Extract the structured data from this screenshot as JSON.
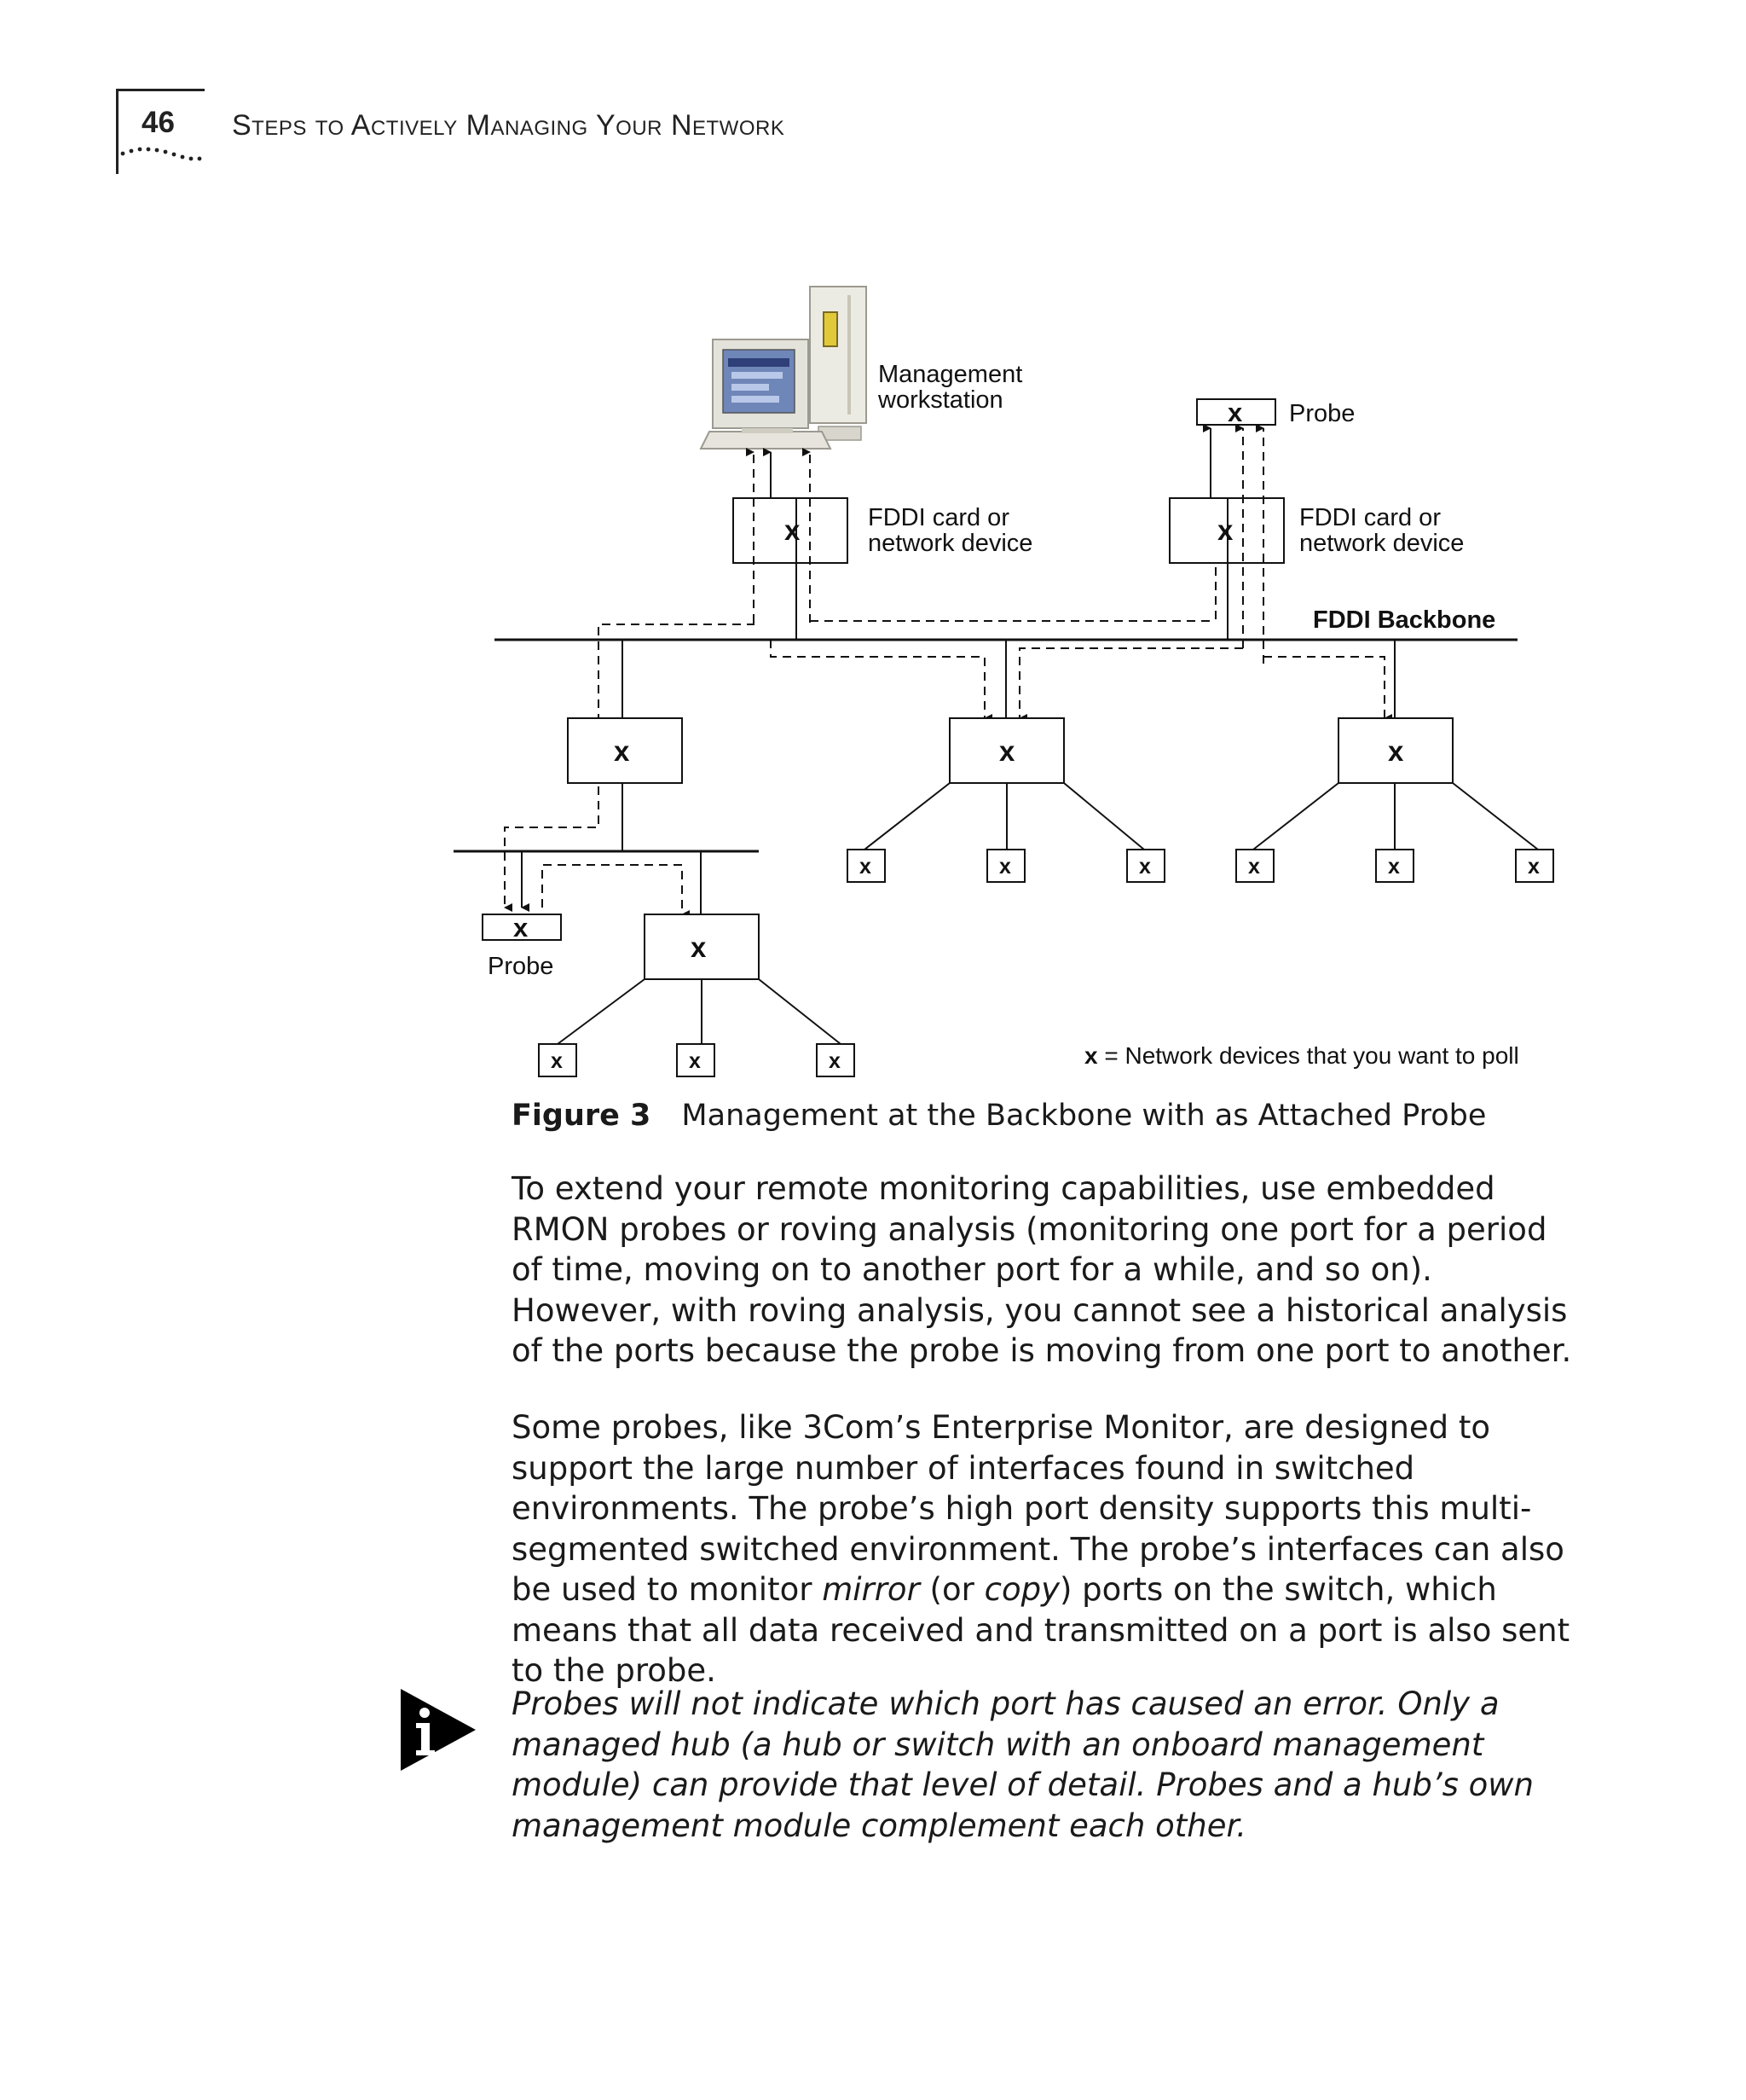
{
  "header": {
    "page_number": "46",
    "running_title": "Steps to Actively Managing Your Network"
  },
  "figure": {
    "workstation_label_1": "Management",
    "workstation_label_2": "workstation",
    "probe_label": "Probe",
    "fddi_card_label_1": "FDDI card or",
    "fddi_card_label_2": "network device",
    "backbone_label": "FDDI Backbone",
    "device_mark": "x",
    "legend_mark": "x",
    "legend_text": " = Network devices that you want to poll"
  },
  "caption": {
    "label": "Figure 3",
    "text": "Management at the Backbone with as Attached Probe"
  },
  "body": {
    "paragraph_1": "To extend your remote monitoring capabilities, use embedded RMON probes or roving analysis (monitoring one port for a period of time, moving on to another port for a while, and so on). However, with roving analysis, you cannot see a historical analysis of the ports because the probe is moving from one port to another.",
    "paragraph_2_a": "Some probes, like 3Com’s Enterprise Monitor, are designed to support the large number of interfaces found in switched environments. The probe’s high port density supports this multi-segmented switched environment. The probe’s interfaces can also be used to monitor ",
    "paragraph_2_em1": "mirror",
    "paragraph_2_b": " (or ",
    "paragraph_2_em2": "copy",
    "paragraph_2_c": ") ports on the switch, which means that all data received and transmitted on a port is also sent to the probe."
  },
  "note": {
    "icon": "info-icon",
    "text": "Probes will not indicate which port has caused an error. Only a managed hub (a hub or switch with an onboard management module) can provide that level of detail. Probes and a hub’s own management module complement each other."
  }
}
